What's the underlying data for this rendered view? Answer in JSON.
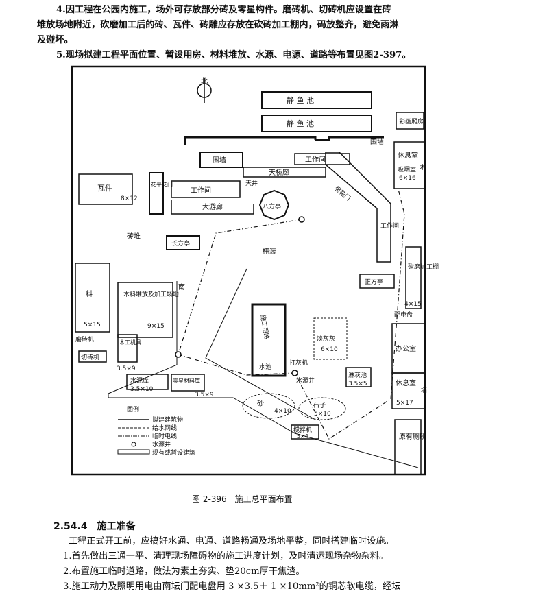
{
  "text": {
    "p4_line1": "4.因工程在公园内施工，场外可存放部分砖及零星构件。磨砖机、切砖机应设置在砖",
    "p4_line2": "堆放场地附近，砍磨加工后的砖、瓦件、砖雕应存放在砍砖加工棚内，码放整齐，避免雨淋",
    "p4_line3": "及碰坏。",
    "p5": "5.现场拟建工程平面位置、暂设用房、材料堆放、水源、电源、道路等布置见图2-397。",
    "caption": "图 2-396　施工总平面布置",
    "section": "2.54.4　施工准备",
    "body1": "工程正式开工前，应搞好水通、电通、道路畅通及场地平整，同时搭建临时设施。",
    "body2": "1.首先做出三通一平、清理现场障碍物的施工进度计划，及时清运现场杂物杂料。",
    "body3": "2.布置施工临时道路，做法为素土夯实、垫20cm厚干焦渣。",
    "body4": "3.施工动力及照明用电由南坛门配电盘用 3 ×3.5＋ 1 ×10mm²的铜芯软电缆，经坛"
  },
  "plan": {
    "north": "北",
    "labels": {
      "jing1": "静 鱼 池",
      "jing2": "静 鱼 池",
      "caiting": "彩画厢房",
      "weiqiang_top": "围墙",
      "weiqiang_left": "围墙",
      "gongzuojian_top": "工作间",
      "tianqiao": "天桥廊",
      "xiuxishi": "休息室",
      "xiyanshi": "吸烟室",
      "xiyan_dim": "6×16",
      "wajian": "瓦件",
      "wajian_dim": "8×12",
      "zhuanyu": "砖堆",
      "gongzuojian_mid": "工作间",
      "tianjing": "天井",
      "bafangting": "八方亭",
      "huaping": "花平花门",
      "dayoulang": "大游廊",
      "chuifang": "垂花门",
      "gongzuojian_right": "工作间",
      "pengzhuang": "棚装",
      "changfangting": "长方亭",
      "zhengfangting": "正方亭",
      "kanmo": "砍磨加工棚",
      "kanmo_dim": "4×15",
      "peidian": "配电盘",
      "liao": "料",
      "liao_dim": "5×15",
      "mucai": "木料堆放及加工场地",
      "mucai_dim": "9×15",
      "nan": "南",
      "gongyong": "施工用路",
      "moshuji": "磨砖机",
      "qiezhuanji": "切砖机",
      "mugong": "木工机具",
      "mugong_dim": "3.5×9",
      "shuichi": "水池",
      "dahuiji": "打灰机",
      "tanhuihui": "淡灰灰",
      "tan_dim": "6×10",
      "shuiyuanjing": "水源井",
      "bahuichi": "淋灰池",
      "bahui_dim": "3.5×5",
      "bangongshi": "办公室",
      "xiuxi2": "休息室",
      "xiuxi2_dim": "5×17",
      "shuiniku": "水泥库",
      "shuini_dim": "3.5×10",
      "lingxing": "零星材料库",
      "lingxing_dim": "3.5×9",
      "sha": "砂",
      "sha_dim": "4×10",
      "shizi": "石子",
      "shizi_dim": "5×10",
      "jiaobanji": "搅拌机",
      "jiaoban_dim": "5×4",
      "cesuo": "原有厕所",
      "qiang": "墙",
      "mu": "木"
    },
    "legend": {
      "title": "图例",
      "items": [
        "拟建建筑物",
        "给水网线",
        "临时电线",
        "水源井",
        "现有或暂设建筑"
      ]
    }
  }
}
